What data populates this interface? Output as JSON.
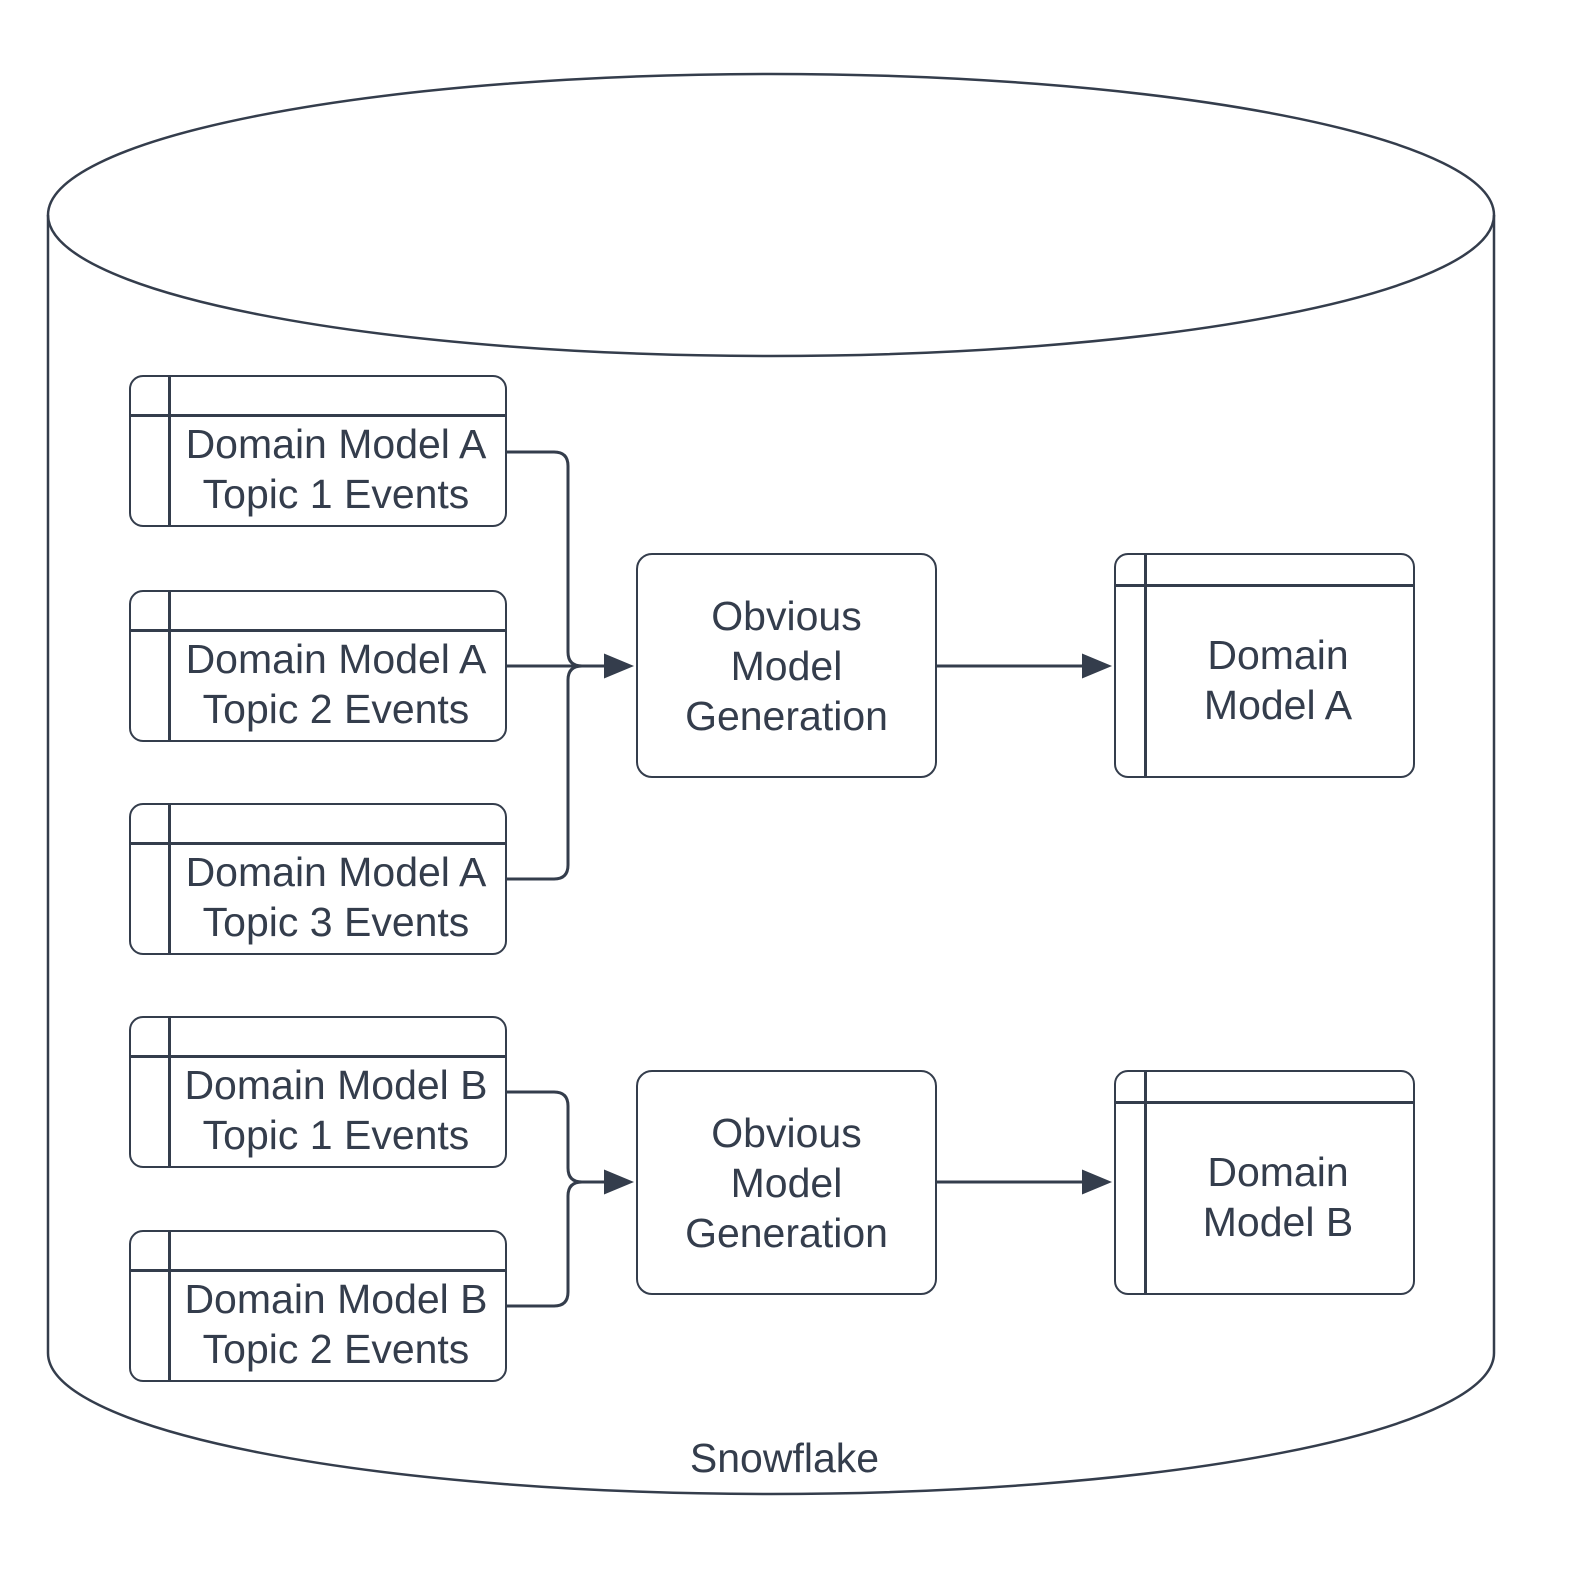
{
  "colors": {
    "stroke": "#343D4C",
    "text": "#343D4C",
    "background": "#FFFFFF"
  },
  "cylinder": {
    "label": "Snowflake"
  },
  "pipeline_a": {
    "sources": [
      {
        "label": "Domain Model A\nTopic 1 Events"
      },
      {
        "label": "Domain Model A\nTopic 2 Events"
      },
      {
        "label": "Domain Model A\nTopic 3 Events"
      }
    ],
    "process": {
      "label": "Obvious\nModel\nGeneration"
    },
    "output": {
      "label": "Domain\nModel A"
    }
  },
  "pipeline_b": {
    "sources": [
      {
        "label": "Domain Model B\nTopic 1 Events"
      },
      {
        "label": "Domain Model B\nTopic 2 Events"
      }
    ],
    "process": {
      "label": "Obvious\nModel\nGeneration"
    },
    "output": {
      "label": "Domain\nModel B"
    }
  }
}
